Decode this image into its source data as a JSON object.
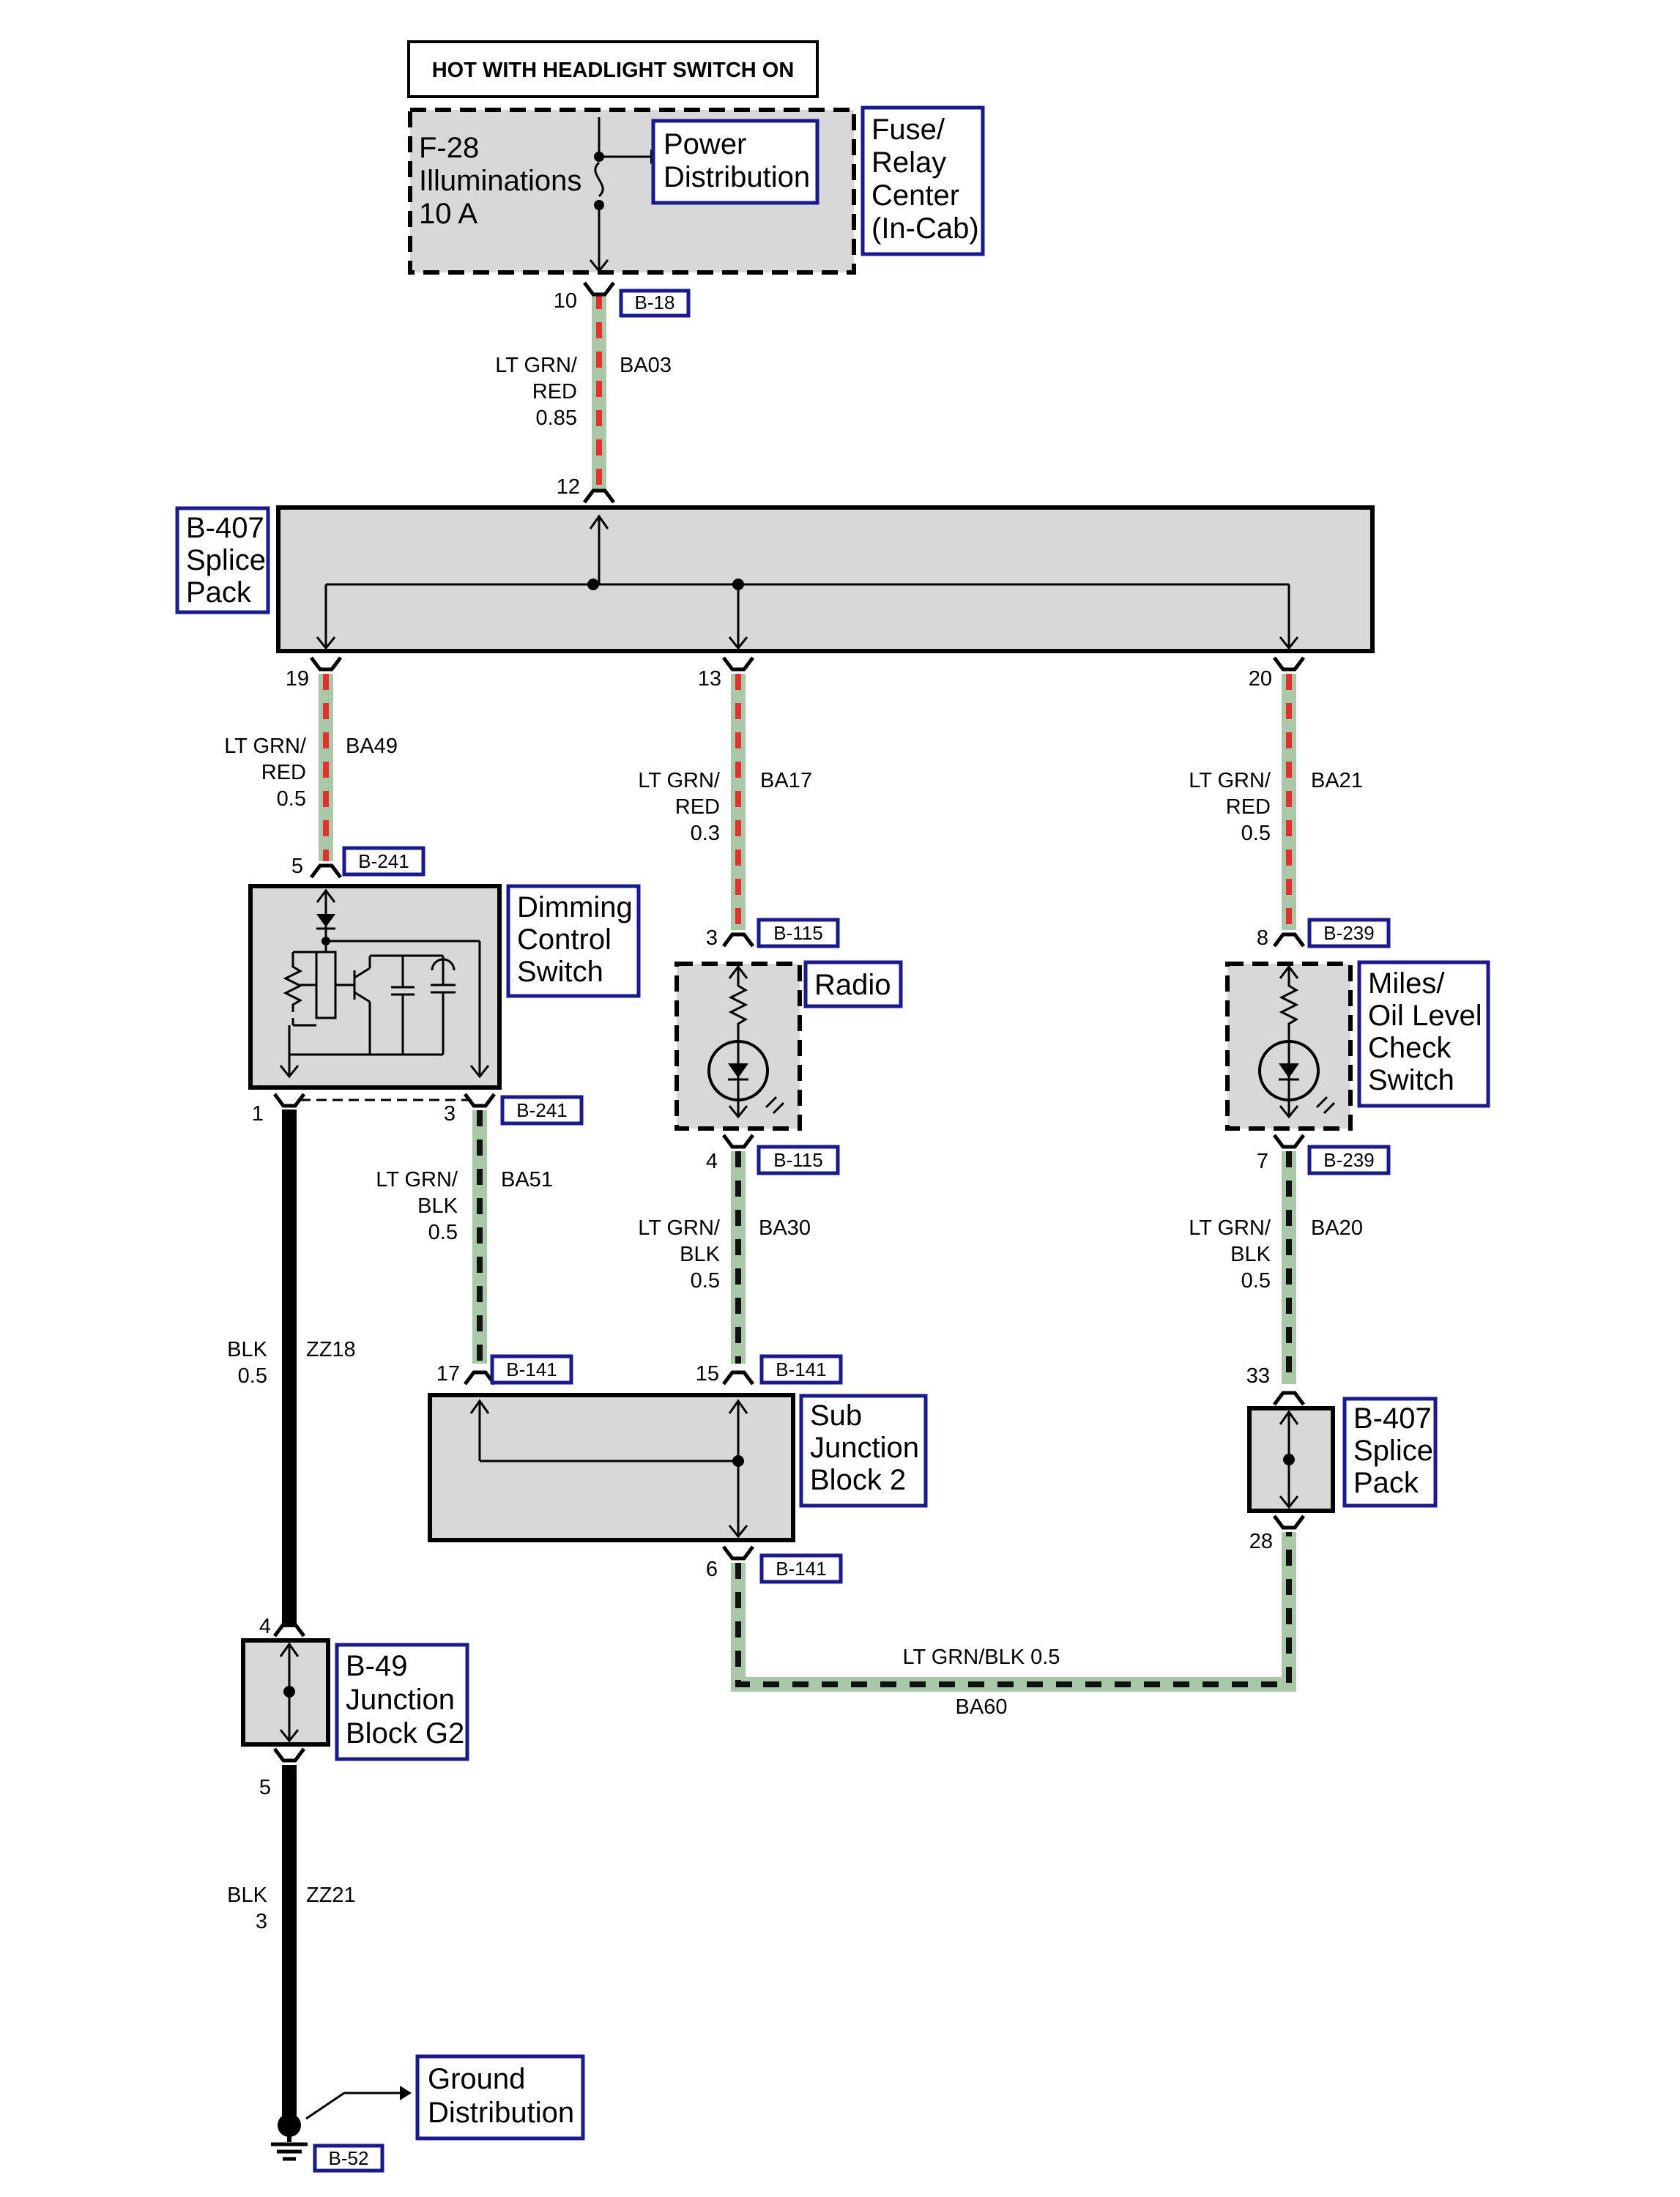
{
  "header": {
    "title": "HOT WITH HEADLIGHT SWITCH ON"
  },
  "fuse": {
    "line1": "F-28",
    "line2": "Illuminations",
    "line3": "10 A"
  },
  "power_distribution": {
    "line1": "Power",
    "line2": "Distribution"
  },
  "fuse_relay_center": {
    "line1": "Fuse/",
    "line2": "Relay",
    "line3": "Center",
    "line4": "(In-Cab)"
  },
  "splice_pack_top": {
    "line1": "B-407",
    "line2": "Splice",
    "line3": "Pack"
  },
  "dimming_switch": {
    "line1": "Dimming",
    "line2": "Control",
    "line3": "Switch"
  },
  "radio": {
    "label": "Radio"
  },
  "oil_switch": {
    "line1": "Miles/",
    "line2": "Oil Level",
    "line3": "Check",
    "line4": "Switch"
  },
  "sub_junction": {
    "line1": "Sub",
    "line2": "Junction",
    "line3": "Block 2"
  },
  "splice_pack_right": {
    "line1": "B-407",
    "line2": "Splice",
    "line3": "Pack"
  },
  "junction_g2": {
    "line1": "B-49",
    "line2": "Junction",
    "line3": "Block G2"
  },
  "ground_distribution": {
    "line1": "Ground",
    "line2": "Distribution"
  },
  "connectors": {
    "b18": "B-18",
    "b241_top": "B-241",
    "b241_bottom": "B-241",
    "b115_top": "B-115",
    "b115_bottom": "B-115",
    "b239_top": "B-239",
    "b239_bottom": "B-239",
    "b141_left": "B-141",
    "b141_mid": "B-141",
    "b141_bottom": "B-141",
    "b52": "B-52"
  },
  "pins": {
    "p10": "10",
    "p12": "12",
    "p19": "19",
    "p13": "13",
    "p20": "20",
    "p5_dim": "5",
    "p3_radio": "3",
    "p8_oil": "8",
    "p1_dim": "1",
    "p3_dim": "3",
    "p4_radio": "4",
    "p7_oil": "7",
    "p17": "17",
    "p15": "15",
    "p33": "33",
    "p6": "6",
    "p28": "28",
    "p4_jb": "4",
    "p5_jb": "5"
  },
  "wires": {
    "ba03": {
      "color1": "LT GRN/",
      "color2": "RED",
      "size": "0.85",
      "circuit": "BA03"
    },
    "ba49": {
      "color1": "LT GRN/",
      "color2": "RED",
      "size": "0.5",
      "circuit": "BA49"
    },
    "ba17": {
      "color1": "LT GRN/",
      "color2": "RED",
      "size": "0.3",
      "circuit": "BA17"
    },
    "ba21": {
      "color1": "LT GRN/",
      "color2": "RED",
      "size": "0.5",
      "circuit": "BA21"
    },
    "ba51": {
      "color1": "LT GRN/",
      "color2": "BLK",
      "size": "0.5",
      "circuit": "BA51"
    },
    "ba30": {
      "color1": "LT GRN/",
      "color2": "BLK",
      "size": "0.5",
      "circuit": "BA30"
    },
    "ba20": {
      "color1": "LT GRN/",
      "color2": "BLK",
      "size": "0.5",
      "circuit": "BA20"
    },
    "zz18": {
      "color": "BLK",
      "size": "0.5",
      "circuit": "ZZ18"
    },
    "zz21": {
      "color": "BLK",
      "size": "3",
      "circuit": "ZZ21"
    },
    "ba60": {
      "spec": "LT GRN/BLK 0.5",
      "circuit": "BA60"
    }
  },
  "colors": {
    "wire_green": "#a8c8a8",
    "stripe_red": "#e53030",
    "label_border": "#1a1a8c",
    "component_fill": "#d8d8d8"
  }
}
